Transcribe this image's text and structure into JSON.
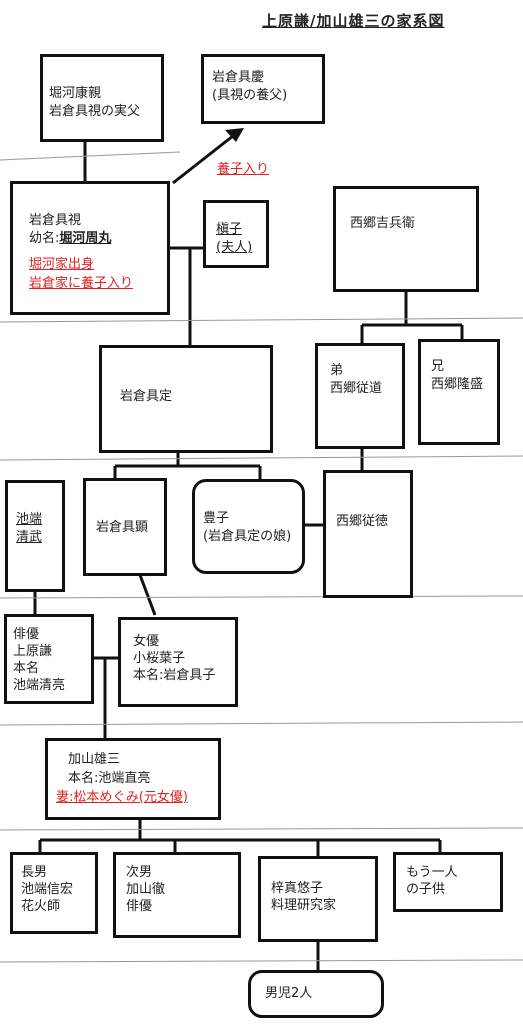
{
  "title": "上原謙/加山雄三の家系図",
  "people": {
    "horikawa": [
      "堀河康親",
      "岩倉具視の実父"
    ],
    "iwakura_tomoyasu": [
      "岩倉具慶",
      "(具視の養父)"
    ],
    "tomomi": {
      "l1": "岩倉具視",
      "l2_prefix": "幼名:",
      "l2_name": "堀河周丸",
      "l3": "堀河家出身",
      "l4": "岩倉家に養子入り"
    },
    "makiko": [
      "槇子",
      "(夫人)"
    ],
    "kichibe": [
      "西郷吉兵衛"
    ],
    "tomosada": [
      "岩倉具定"
    ],
    "younger_bro": [
      "弟",
      "西郷従道"
    ],
    "elder_bro": [
      "兄",
      "西郷隆盛"
    ],
    "ikehata_kiyotake": [
      "池端",
      "清武"
    ],
    "tomoaki": [
      "岩倉具顕"
    ],
    "toyoko": [
      "豊子",
      "(岩倉具定の娘)"
    ],
    "tsugunori": [
      "西郷従徳"
    ],
    "uehara": [
      "俳優",
      "上原謙",
      "本名",
      "池端清亮"
    ],
    "koizakura": [
      "女優",
      "小桜葉子",
      "本名:岩倉具子"
    ],
    "kayama": {
      "l1": "加山雄三",
      "l2": "本名:池端直亮",
      "l3": "妻:松本めぐみ(元女優)"
    },
    "son1": [
      "長男",
      "池端信宏",
      "花火師"
    ],
    "son2": [
      "次男",
      "加山徹",
      "俳優"
    ],
    "azusa": [
      "梓真悠子",
      "料理研究家"
    ],
    "another": [
      "もう一人",
      "の子供"
    ],
    "grandsons": [
      "男児2人"
    ]
  },
  "adoption_label": "養子入り",
  "colors": {
    "line": "#111111",
    "accent": "#dd2222",
    "faint": "#999999"
  }
}
